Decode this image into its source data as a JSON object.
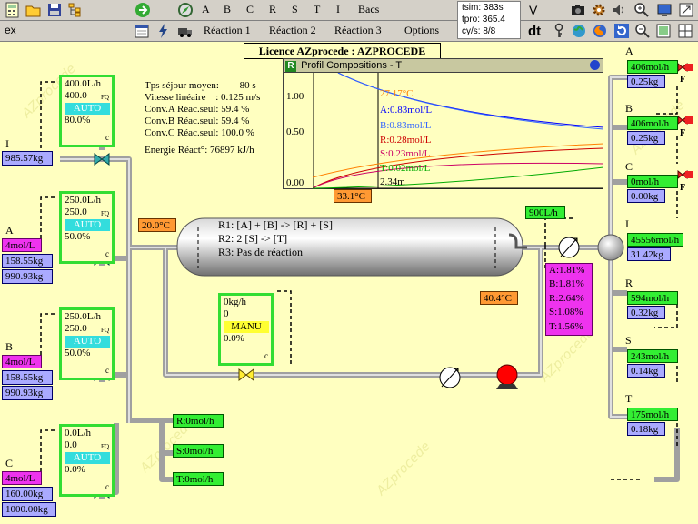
{
  "toolbar1": {
    "letters": [
      "A",
      "B",
      "C",
      "R",
      "S",
      "T",
      "I"
    ],
    "bacs": "Bacs",
    "v": "V"
  },
  "toolbar2": {
    "ex": "ex",
    "tabs": [
      "Réaction 1",
      "Réaction 2",
      "Réaction 3",
      "Options"
    ],
    "dt": "dt"
  },
  "stats": {
    "tsim": "tsim: 383s",
    "tpro": "tpro: 365.4",
    "cys": "cy/s: 8/8"
  },
  "license": "Licence AZprocede : AZPROCEDE",
  "reactor_info": {
    "tps": "Tps séjour moyen:",
    "tps_val": "80 s",
    "vit": "Vitesse linéaire",
    "vit_val": ": 0.125 m/s",
    "convA": "Conv.A Réac.seul: 59.4 %",
    "convB": "Conv.B Réac.seul: 59.4 %",
    "convC": "Conv.C Réac.seul: 100.0 %",
    "energie": "Energie Réact°:  76897 kJ/h"
  },
  "plot": {
    "badge": "R",
    "title": "Profil Compositions - T",
    "ylabels": [
      "1.00",
      "0.50",
      "0.00"
    ],
    "labels": {
      "temp": "27.17°C",
      "A": "A:0.83mol/L",
      "B": "B:0.83mol/L",
      "R": "R:0.28mol/L",
      "S": "S:0.23mol/L",
      "T": "T:0.02mol/L",
      "dist": "2.34m"
    },
    "colors": {
      "temp": "#ff8000",
      "A": "#0000ff",
      "B": "#3366ff",
      "R": "#cc0000",
      "S": "#cc0066",
      "T": "#00aa00"
    }
  },
  "reactions": {
    "r1": "R1:  [A] +  [B]   ->  [R] + [S]",
    "r2": "R2: 2 [S]   ->  [T]",
    "r3": "R3: Pas de réaction"
  },
  "feeds": {
    "I": {
      "label": "I",
      "ctrl": [
        "400.0L/h",
        "400.0",
        "AUTO",
        "80.0%"
      ],
      "mass": "985.57kg"
    },
    "A": {
      "label": "A",
      "ctrl": [
        "250.0L/h",
        "250.0",
        "AUTO",
        "50.0%"
      ],
      "conc": "4mol/L",
      "mass1": "158.55kg",
      "mass2": "990.93kg"
    },
    "B": {
      "label": "B",
      "ctrl": [
        "250.0L/h",
        "250.0",
        "AUTO",
        "50.0%"
      ],
      "conc": "4mol/L",
      "mass1": "158.55kg",
      "mass2": "990.93kg"
    },
    "C": {
      "label": "C",
      "ctrl": [
        "0.0L/h",
        "0.0",
        "AUTO",
        "0.0%"
      ],
      "conc": "4mol/L",
      "mass1": "160.00kg",
      "mass2": "1000.00kg"
    }
  },
  "ctrl_fq": "FQ",
  "ctrl_c": "c",
  "cool_ctrl": [
    "0kg/h",
    "0",
    "MANU",
    "0.0%"
  ],
  "temps": {
    "inlet": "20.0°C",
    "reactor": "33.1°C",
    "outlet": "40.4°C"
  },
  "outlet_flow": "900L/h",
  "outlet_comp": [
    "A:1.81%",
    "B:1.81%",
    "R:2.64%",
    "S:1.08%",
    "T:1.56%"
  ],
  "sep_outputs": [
    "R:0mol/h",
    "S:0mol/h",
    "T:0mol/h"
  ],
  "tanks": {
    "A": {
      "label": "A",
      "flow": "406mol/h",
      "mass": "0.25kg"
    },
    "B": {
      "label": "B",
      "flow": "406mol/h",
      "mass": "0.25kg"
    },
    "C": {
      "label": "C",
      "flow": "0mol/h",
      "mass": "0.00kg"
    },
    "I": {
      "label": "I",
      "flow": "45556mol/h",
      "mass": "31.42kg"
    },
    "R": {
      "label": "R",
      "flow": "594mol/h",
      "mass": "0.32kg"
    },
    "S": {
      "label": "S",
      "flow": "243mol/h",
      "mass": "0.14kg"
    },
    "T": {
      "label": "T",
      "flow": "175mol/h",
      "mass": "0.18kg"
    }
  },
  "fault_label": "F",
  "watermark": "AZprocede",
  "colors": {
    "background": "#ffffc0",
    "green": "#33ee33",
    "lilac": "#aaaaff",
    "magenta": "#ee33ee",
    "orange": "#ff9933",
    "pipe": "#c0c0c0"
  }
}
